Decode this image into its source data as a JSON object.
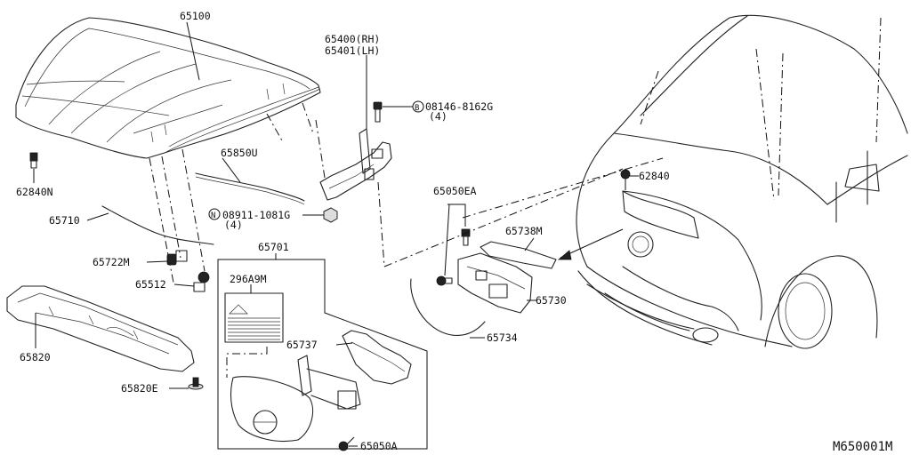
{
  "diagram": {
    "reference_code": "M650001M",
    "labels": {
      "p65100": "65100",
      "p65400": "65400(RH)",
      "p65401": "65401(LH)",
      "p08146": "08146-8162G",
      "p08146_qty": "(4)",
      "p62840n": "62840N",
      "p65850u": "65850U",
      "p08911": "08911-1081G",
      "p08911_qty": "(4)",
      "p65710": "65710",
      "p65722m": "65722M",
      "p65512": "65512",
      "p65701": "65701",
      "p296a9m": "296A9M",
      "p65737": "65737",
      "p65820": "65820",
      "p65820e": "65820E",
      "p65050a": "65050A",
      "p65050ea": "65050EA",
      "p65738m": "65738M",
      "p65730": "65730",
      "p65734": "65734",
      "p62840": "62840"
    },
    "markers": {
      "bolt": "B",
      "nut": "N"
    }
  }
}
